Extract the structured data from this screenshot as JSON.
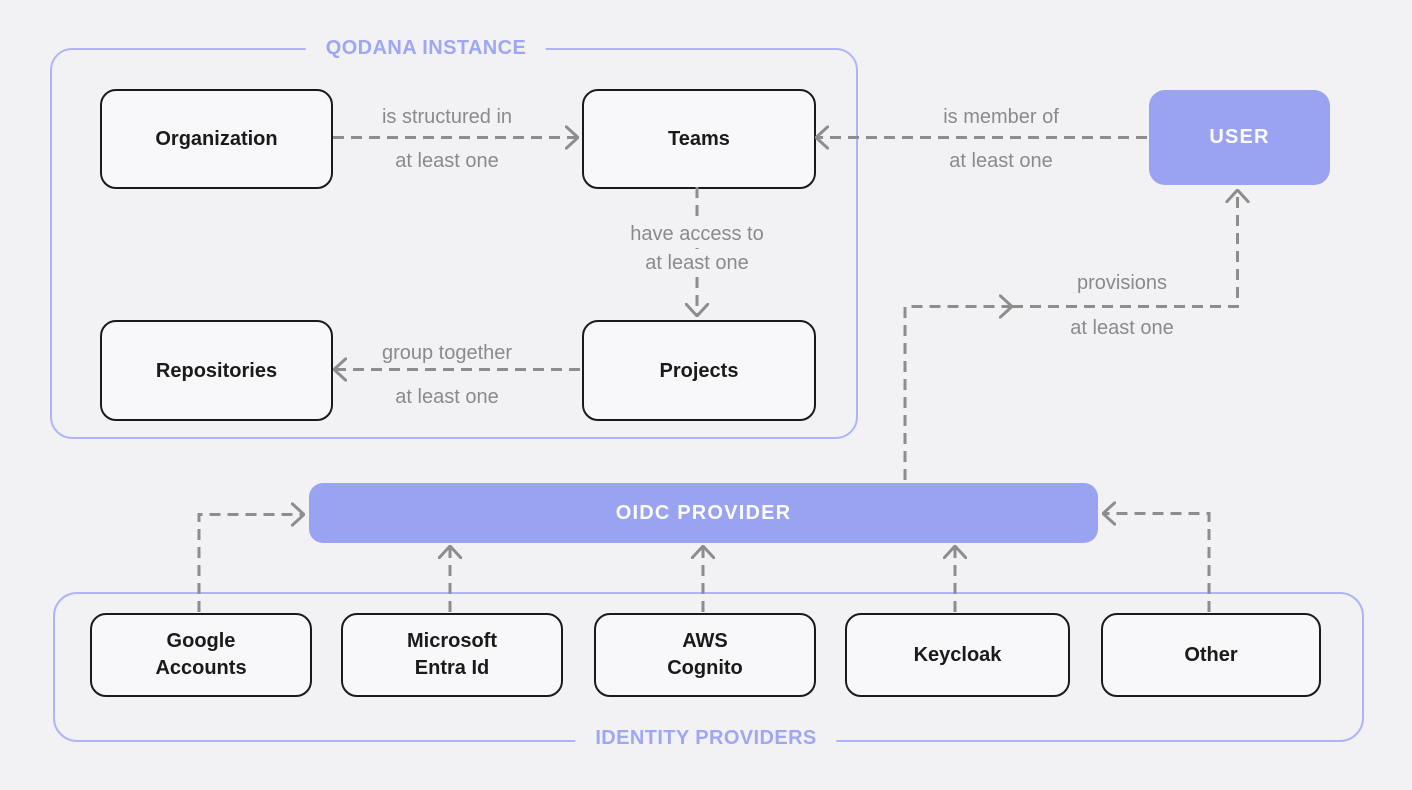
{
  "colors": {
    "background": "#f2f2f4",
    "box_fill": "#f8f8fa",
    "box_border": "#1a1a1a",
    "accent_fill": "#9aa2f2",
    "accent_border": "#aeb4f8",
    "accent_text": "#9fa6f3",
    "edge_gray": "#8d8d8d",
    "label_gray": "#8a8a8e",
    "accent_label_text": "#fcfcff"
  },
  "qodana_group": {
    "title": "QODANA INSTANCE",
    "nodes": {
      "organization": "Organization",
      "teams": "Teams",
      "repositories": "Repositories",
      "projects": "Projects"
    }
  },
  "user_node": {
    "label": "USER"
  },
  "oidc_node": {
    "label": "OIDC PROVIDER"
  },
  "identity_group": {
    "title": "IDENTITY PROVIDERS",
    "providers": [
      {
        "lines": [
          "Google",
          "Accounts"
        ]
      },
      {
        "lines": [
          "Microsoft",
          "Entra Id"
        ]
      },
      {
        "lines": [
          "AWS",
          "Cognito"
        ]
      },
      {
        "lines": [
          "Keycloak"
        ]
      },
      {
        "lines": [
          "Other"
        ]
      }
    ]
  },
  "edges": {
    "org_teams": {
      "line1": "is structured in",
      "line2": "at least one"
    },
    "user_teams": {
      "line1": "is member of",
      "line2": "at least one"
    },
    "teams_projects": {
      "line1": "have access to",
      "line2": "at least one"
    },
    "projects_repos": {
      "line1": "group together",
      "line2": "at least one"
    },
    "oidc_user": {
      "line1": "provisions",
      "line2": "at least one"
    }
  }
}
